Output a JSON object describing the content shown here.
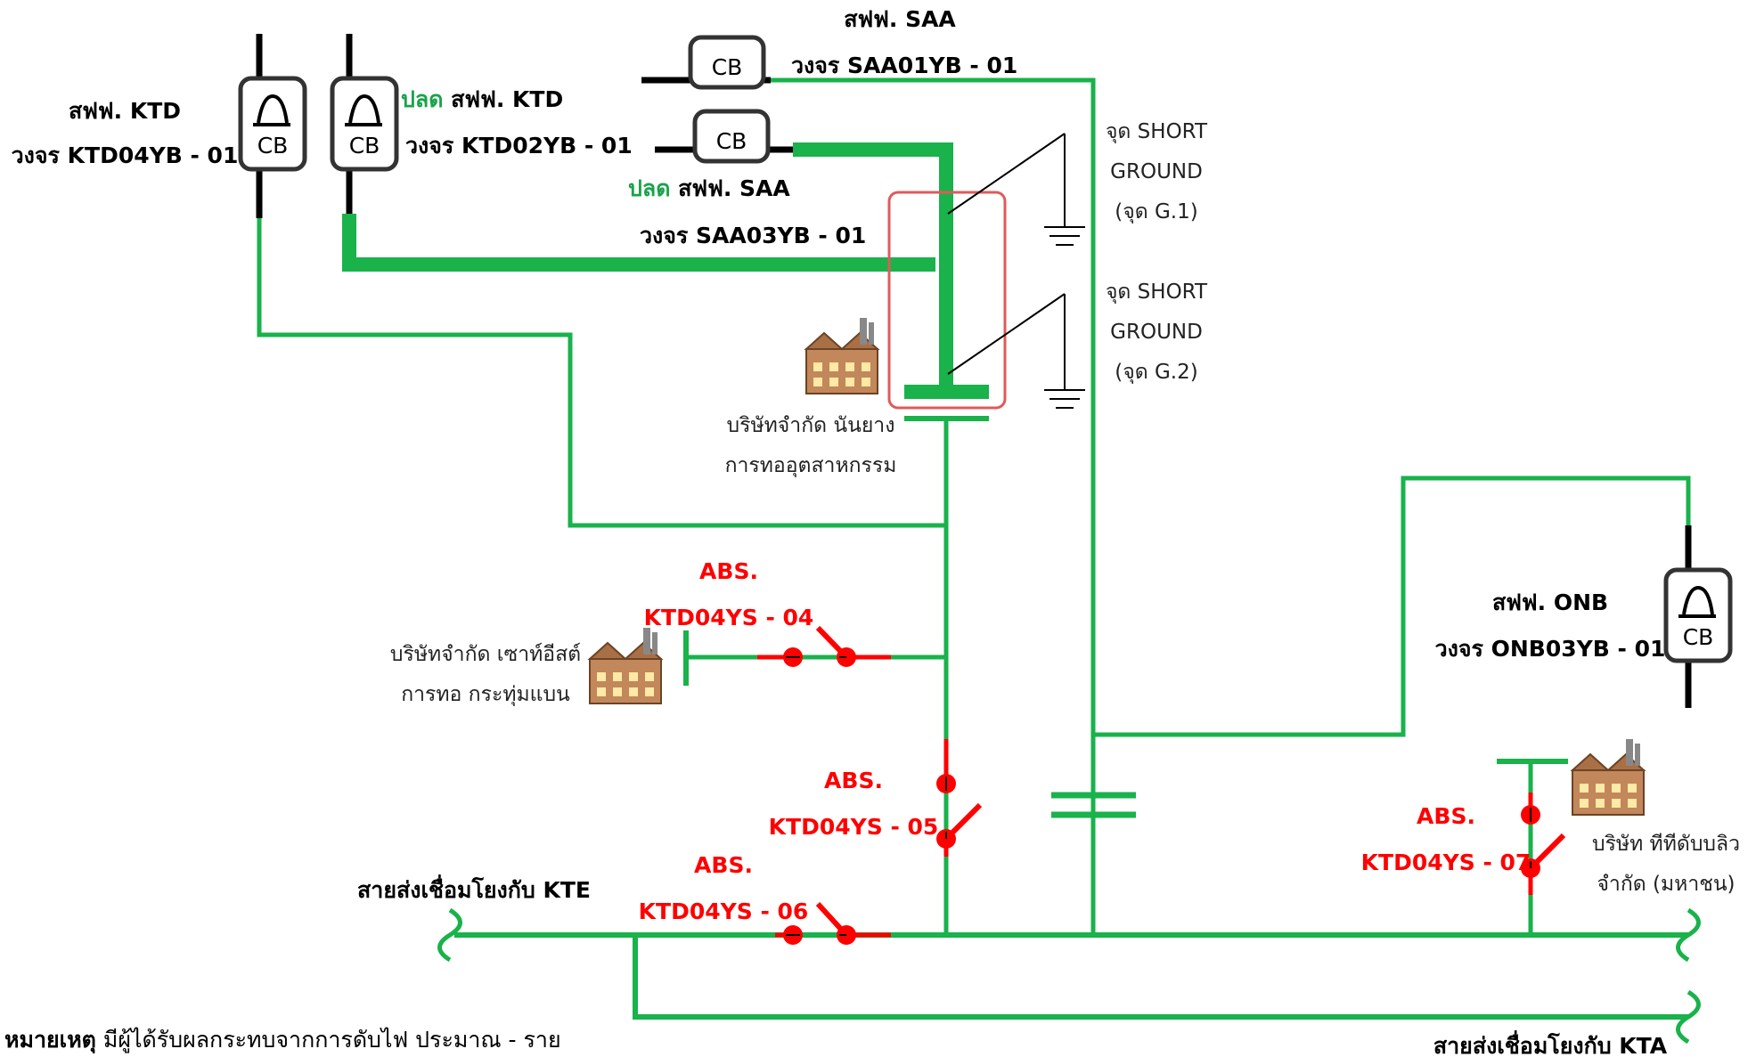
{
  "sources": {
    "ktd04": {
      "name": "สฟฟ. KTD",
      "circuit": "วงจร KTD04YB - 01"
    },
    "ktd02": {
      "prefix": "ปลด",
      "name": "สฟฟ. KTD",
      "circuit": "วงจร KTD02YB - 01"
    },
    "saa01": {
      "name": "สฟฟ. SAA",
      "circuit": "วงจร SAA01YB - 01"
    },
    "saa03": {
      "prefix": "ปลด",
      "name": "สฟฟ. SAA",
      "circuit": "วงจร SAA03YB - 01"
    },
    "onb03": {
      "name": "สฟฟ. ONB",
      "circuit": "วงจร ONB03YB - 01"
    }
  },
  "breaker_symbol": "CB",
  "grounds": [
    {
      "line1": "จุด SHORT",
      "line2": "GROUND",
      "line3": "(จุด G.1)"
    },
    {
      "line1": "จุด SHORT",
      "line2": "GROUND",
      "line3": "(จุด G.2)"
    }
  ],
  "switches": [
    {
      "line1": "ABS.",
      "line2": "KTD04YS - 04"
    },
    {
      "line1": "ABS.",
      "line2": "KTD04YS - 05"
    },
    {
      "line1": "ABS.",
      "line2": "KTD04YS - 06"
    },
    {
      "line1": "ABS.",
      "line2": "KTD04YS - 07"
    }
  ],
  "customers": [
    {
      "line1": "บริษัทจำกัด นันยาง",
      "line2": "การทออุตสาหกรรม"
    },
    {
      "line1": "บริษัทจำกัด เซาท์อีสต์",
      "line2": "การทอ กระทุ่มแบน"
    },
    {
      "line1": "บริษัท ทีทีดับบลิว",
      "line2": "จำกัด (มหาชน)"
    }
  ],
  "ties": {
    "kte": "สายส่งเชื่อมโยงกับ KTE",
    "kta": "สายส่งเชื่อมโยงกับ KTA"
  },
  "note": {
    "label": "หมายเหตุ",
    "text": " มีผู้ได้รับผลกระทบจากการดับไฟ ประมาณ - ราย"
  },
  "colors": {
    "energized": "#19b24b",
    "switch": "#ff0000",
    "highlight_box": "#e05a5a",
    "device_outline": "#333333"
  }
}
